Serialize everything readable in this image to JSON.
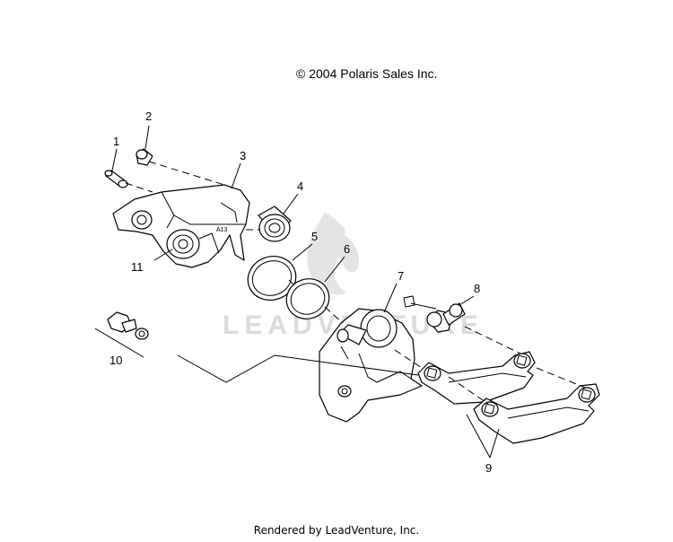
{
  "copyright": "© 2004 Polaris Sales Inc.",
  "footer": "Rendered by LeadVenture, Inc.",
  "watermark": "LEADVENTURE",
  "caliper_stamp": "A13",
  "callouts": [
    {
      "id": "1",
      "label": "1"
    },
    {
      "id": "2",
      "label": "2"
    },
    {
      "id": "3",
      "label": "3"
    },
    {
      "id": "4",
      "label": "4"
    },
    {
      "id": "5",
      "label": "5"
    },
    {
      "id": "6",
      "label": "6"
    },
    {
      "id": "7",
      "label": "7"
    },
    {
      "id": "8",
      "label": "8"
    },
    {
      "id": "9",
      "label": "9"
    },
    {
      "id": "10",
      "label": "10"
    },
    {
      "id": "11",
      "label": "11"
    }
  ]
}
